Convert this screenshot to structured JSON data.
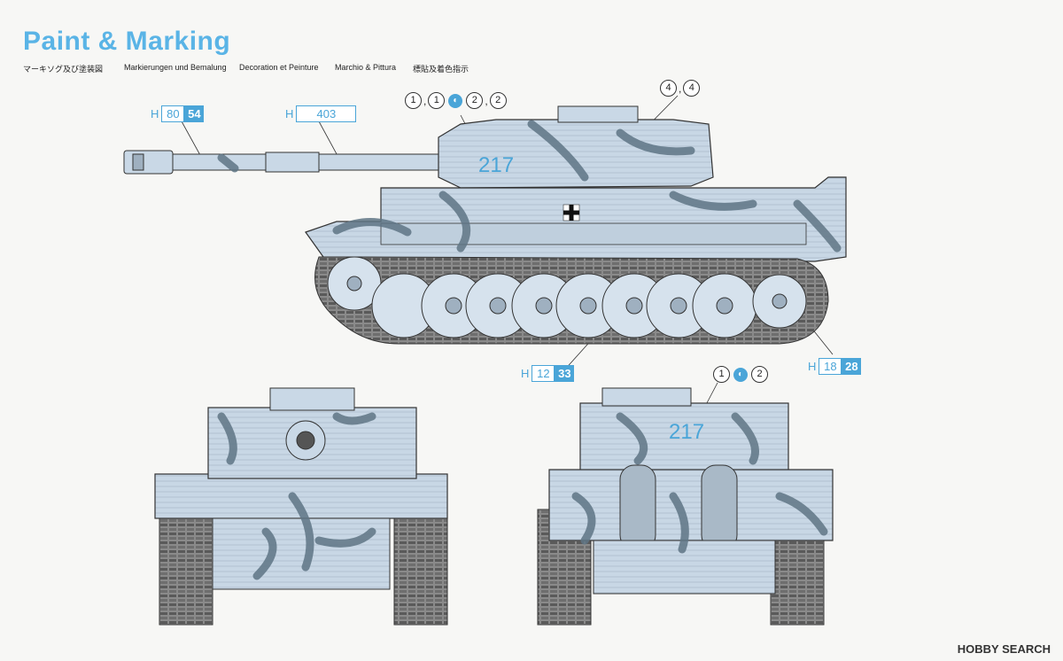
{
  "header": {
    "title": "Paint & Marking",
    "subtitles": [
      "マーキソグ及び塗装図",
      "Markierungen und Bemalung",
      "Decoration et Peinture",
      "Marchio & Pittura",
      "標貼及着色指示"
    ]
  },
  "callouts": {
    "barrel_tip": {
      "h": "H",
      "a": "80",
      "b": "54"
    },
    "barrel": {
      "h": "H",
      "a": "403"
    },
    "wheels": {
      "h": "H",
      "a": "12",
      "b": "33"
    },
    "idler": {
      "h": "H",
      "a": "18",
      "b": "28"
    }
  },
  "side_marks": {
    "a1": "1",
    "a2": "1",
    "b1": "2",
    "b2": "2",
    "cross1": "4",
    "cross2": "4"
  },
  "rear_marks": {
    "a": "1",
    "b": "2"
  },
  "turret_number": "217",
  "watermark": "HOBBY SEARCH",
  "colors": {
    "accent": "#4aa5d8",
    "hull": "#c9d8e6",
    "camo": "#5f7585",
    "track": "#6b6b6b"
  }
}
